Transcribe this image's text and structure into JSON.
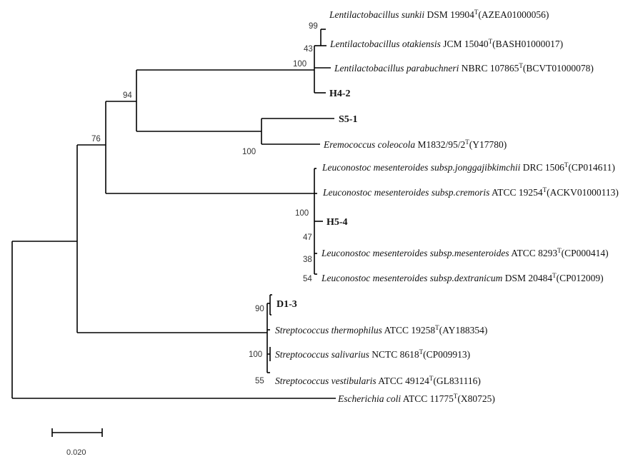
{
  "taxa": [
    {
      "id": "t1",
      "italic": "Lentilactobacillus sunkii",
      "rest": " DSM 19904",
      "sup": "T",
      "acc": "(AZEA01000056)"
    },
    {
      "id": "t2",
      "italic": "Lentilactobacillus otakiensis",
      "rest": " JCM 15040",
      "sup": "T",
      "acc": "(BASH01000017)"
    },
    {
      "id": "t3",
      "italic": "Lentilactobacillus parabuchneri",
      "rest": " NBRC 107865",
      "sup": "T",
      "acc": "(BCVT01000078)"
    },
    {
      "id": "t4",
      "bold": "H4-2"
    },
    {
      "id": "t5",
      "bold": "S5-1"
    },
    {
      "id": "t6",
      "italic": "Eremococcus coleocola",
      "rest": " M1832/95/2",
      "sup": "T",
      "acc": "(Y17780)"
    },
    {
      "id": "t7",
      "italic": "Leuconostoc mesenteroides subsp.jonggajibkimchii",
      "rest": " DRC 1506",
      "sup": "T",
      "acc": "(CP014611)"
    },
    {
      "id": "t8",
      "italic": "Leuconostoc mesenteroides subsp.cremoris",
      "rest": " ATCC 19254",
      "sup": "T",
      "acc": "(ACKV01000113)"
    },
    {
      "id": "t9",
      "bold": "H5-4"
    },
    {
      "id": "t10",
      "italic": "Leuconostoc mesenteroides subsp.mesenteroides",
      "rest": " ATCC 8293",
      "sup": "T",
      "acc": "(CP000414)"
    },
    {
      "id": "t11",
      "italic": "Leuconostoc mesenteroides subsp.dextranicum",
      "rest": " DSM 20484",
      "sup": "T",
      "acc": "(CP012009)"
    },
    {
      "id": "t12",
      "bold": "D1-3"
    },
    {
      "id": "t13",
      "italic": "Streptococcus thermophilus",
      "rest": " ATCC 19258",
      "sup": "T",
      "acc": "(AY188354)"
    },
    {
      "id": "t14",
      "italic": "Streptococcus salivarius",
      "rest": " NCTC 8618",
      "sup": "T",
      "acc": "(CP009913)"
    },
    {
      "id": "t15",
      "italic": "Streptococcus vestibularis",
      "rest": " ATCC 49124",
      "sup": "T",
      "acc": "(GL831116)"
    },
    {
      "id": "t16",
      "italic": "Escherichia coli",
      "rest": " ATCC 11775",
      "sup": "T",
      "acc": "(X80725)"
    }
  ],
  "bootstrap": [
    "99",
    "43",
    "100",
    "94",
    "100",
    "76",
    "100",
    "47",
    "38",
    "54",
    "90",
    "100",
    "55"
  ],
  "scale_bar": {
    "label": "0.020",
    "value": 0.02
  }
}
